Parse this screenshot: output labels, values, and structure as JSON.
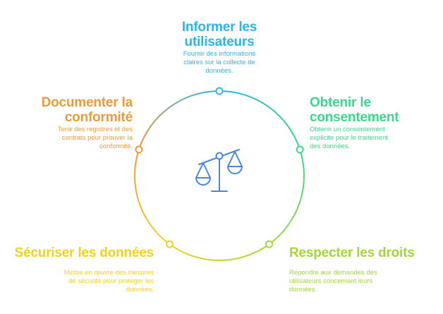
{
  "colors": {
    "inform": "#2bb5e8",
    "consent": "#3dd68c",
    "rights": "#a3d63b",
    "secure": "#f2d21b",
    "document": "#ec9a3a",
    "icon": "#4a86e0"
  },
  "center_icon": "scales-of-justice-icon",
  "steps": [
    {
      "id": "inform",
      "title_line1": "Informer les",
      "title_line2": "utilisateurs",
      "description": [
        "Fournir des informations",
        "claires sur la collecte de",
        "données."
      ]
    },
    {
      "id": "consent",
      "title_line1": "Obtenir le",
      "title_line2": "consentement",
      "description": [
        "Obtenir un consentement",
        "explicite pour le traitement",
        "des données."
      ]
    },
    {
      "id": "rights",
      "title_line1": "Respecter les droits",
      "description": [
        "Répondre aux demandes des",
        "utilisateurs concernant leurs",
        "données."
      ]
    },
    {
      "id": "secure",
      "title_line1": "Sécuriser les données",
      "description": [
        "Mettre en œuvre des mesures",
        "de sécurité pour protéger les",
        "données."
      ]
    },
    {
      "id": "document",
      "title_line1": "Documenter la",
      "title_line2": "conformité",
      "description": [
        "Tenir des registres et des",
        "contrats pour prouver la",
        "conformité."
      ]
    }
  ]
}
